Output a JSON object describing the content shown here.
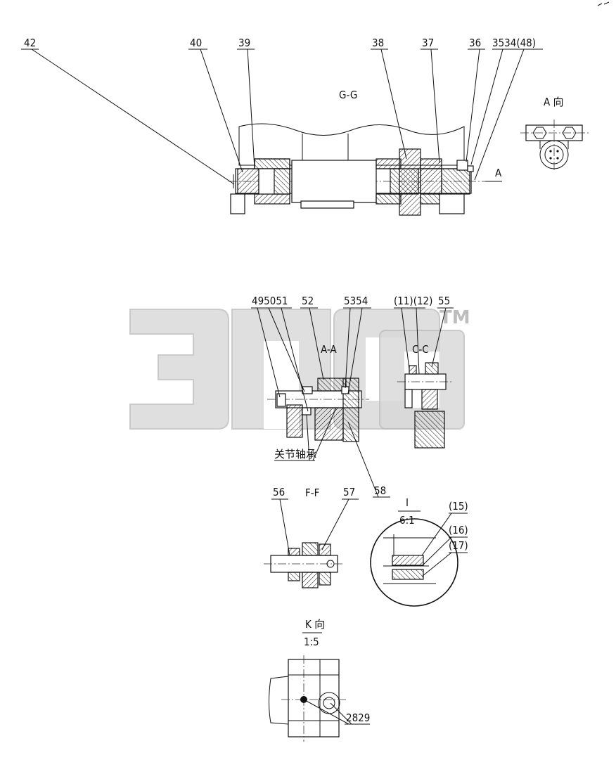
{
  "views": {
    "gg": {
      "title": "G-G"
    },
    "a_view": {
      "title": "A 向"
    },
    "aa": {
      "title": "A-A"
    },
    "cc": {
      "title": "C-C"
    },
    "ff": {
      "title": "F-F"
    },
    "detail_i": {
      "title": "I",
      "scale": "6:1"
    },
    "k_view": {
      "title": "K 向",
      "scale": "1:5"
    }
  },
  "section_marker": {
    "label": "A"
  },
  "callouts": {
    "c42": "42",
    "c40": "40",
    "c39": "39",
    "c38": "38",
    "c37": "37",
    "c36": "36",
    "c3534": "3534(48)",
    "c495051": "495051",
    "c52": "52",
    "c5354": "5354",
    "c1112": "(11)(12)",
    "c55": "55",
    "c58": "58",
    "c56": "56",
    "c57": "57",
    "c15": "(15)",
    "c16": "(16)",
    "c17": "(17)",
    "c2829": "2829"
  },
  "annotation": {
    "joint_bearing": "关节轴承"
  },
  "watermark": {
    "text": "TM"
  }
}
